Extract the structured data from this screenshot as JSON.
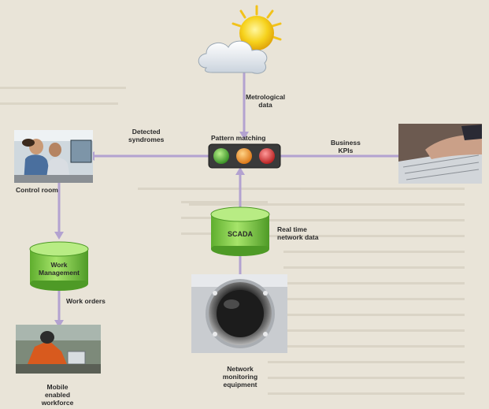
{
  "labels": {
    "metrological": "Metrological\ndata",
    "detected": "Detected\nsyndromes",
    "pattern": "Pattern matching",
    "business": "Business\nKPIs",
    "control_room": "Control room",
    "realtime": "Real time\nnetwork data",
    "scada": "SCADA",
    "work_mgmt": "Work\nManagement",
    "work_orders": "Work orders",
    "mobile": "Mobile\nenabled\nworkforce",
    "network_equip": "Network\nmonitoring\nequipment"
  },
  "colors": {
    "arrow": "#b3a2d0",
    "cylinder": "#8ed04a",
    "light_green": "#4aa52e",
    "light_orange": "#f08a1c",
    "light_red": "#d72a2a",
    "paper": "#e9e4d8"
  },
  "icons": [
    "sun-icon",
    "cloud-icon",
    "traffic-light-icon",
    "control-room-photo",
    "keyboard-hand-photo",
    "field-worker-photo",
    "sensor-equipment-photo"
  ]
}
